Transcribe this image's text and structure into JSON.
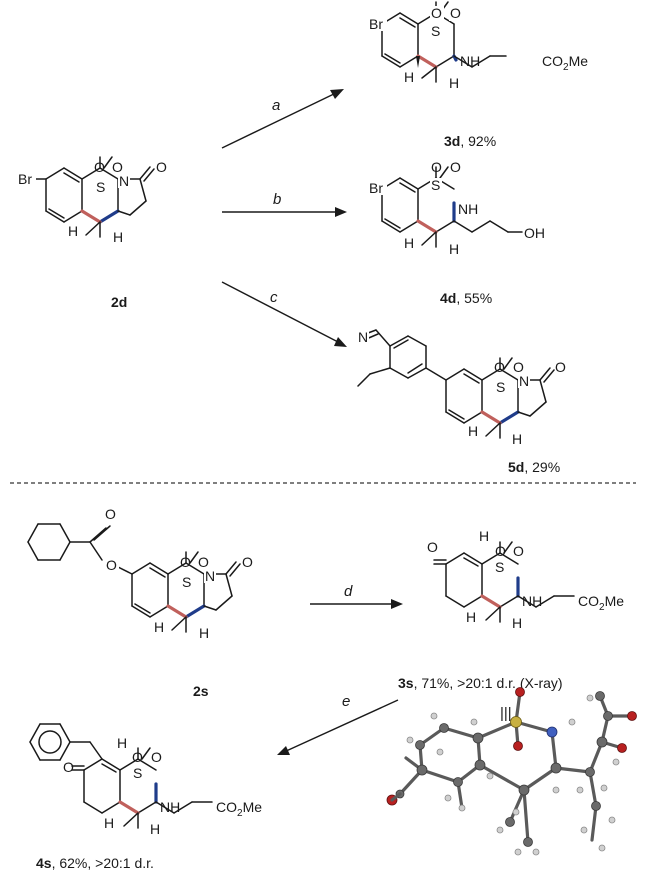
{
  "atoms": {
    "bromine": "Br",
    "sulfur": "S",
    "oxygen": "O",
    "nitrogen": "N",
    "nh": "NH",
    "hydrogen": "H",
    "hydroxyl": "OH",
    "ester_prefix": "CO",
    "ester_sub": "2",
    "ester_suffix": "Me"
  },
  "compounds": {
    "c2d": {
      "id": "2d",
      "info": ""
    },
    "c3d": {
      "id": "3d",
      "info": ",  92%"
    },
    "c4d": {
      "id": "4d",
      "info": ",  55%"
    },
    "c5d": {
      "id": "5d",
      "info": ",  29%"
    },
    "c2s": {
      "id": "2s",
      "info": ""
    },
    "c3s": {
      "id": "3s",
      "info": ",  71%, >20:1 d.r. (X-ray)"
    },
    "c4s": {
      "id": "4s",
      "info": ",  62%, >20:1 d.r."
    }
  },
  "reagents": {
    "a": "a",
    "b": "b",
    "c": "c",
    "d": "d",
    "e": "e"
  },
  "equivalence_symbol": "|||",
  "colors": {
    "new_bond_red": "#c0605c",
    "new_bond_blue": "#1f3c8a"
  }
}
